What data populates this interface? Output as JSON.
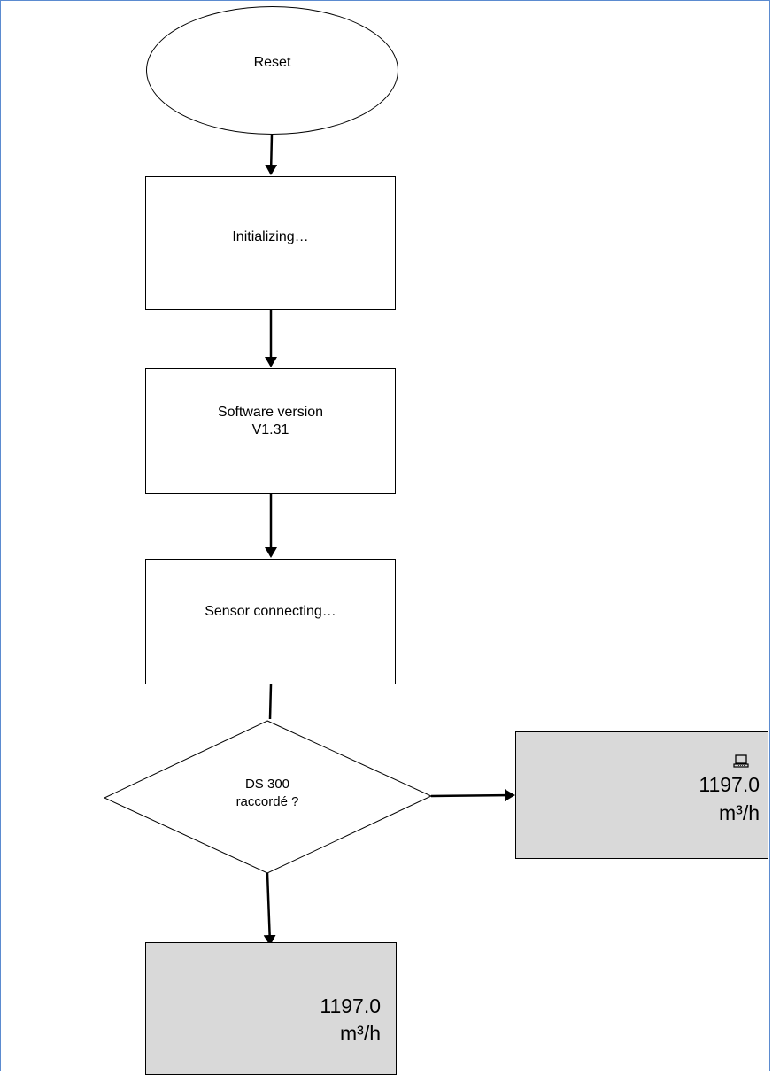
{
  "nodes": {
    "reset": "Reset",
    "init": "Initializing…",
    "software_title": "Software version",
    "software_version": "V1.31",
    "sensor": "Sensor connecting…",
    "decision_line1": "DS 300",
    "decision_line2": "raccordé ?"
  },
  "displays": {
    "right": {
      "icon": "computer-icon",
      "value": "1197.0",
      "unit": "m³/h"
    },
    "bottom": {
      "value": "1197.0",
      "unit": "m³/h"
    }
  },
  "colors": {
    "frame": "#5b8bd0",
    "display_fill": "#d9d9d9",
    "line": "#000000"
  }
}
